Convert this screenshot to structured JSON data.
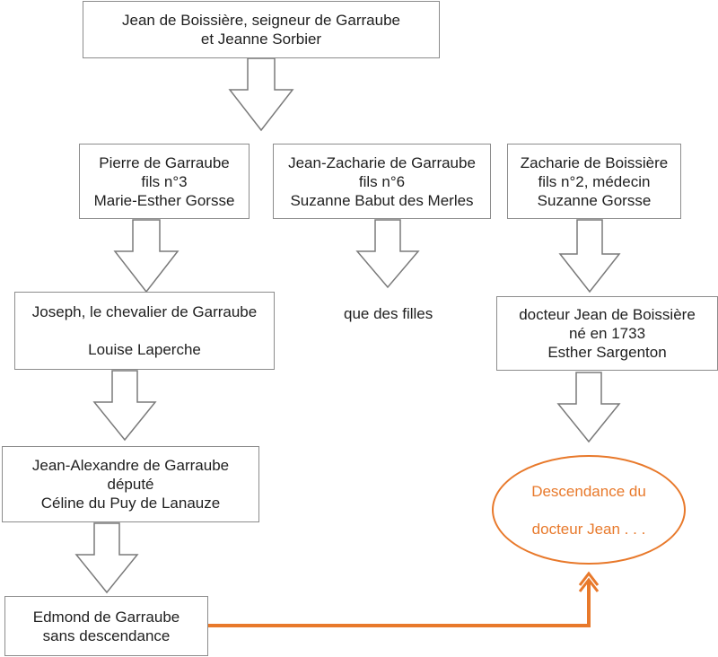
{
  "boxes": {
    "root": [
      "Jean de Boissière, seigneur de Garraube",
      "et Jeanne Sorbier"
    ],
    "pierre": [
      "Pierre de Garraube",
      "fils n°3",
      "Marie-Esther Gorsse"
    ],
    "jean_zacharie": [
      "Jean-Zacharie de Garraube",
      "fils n°6",
      "Suzanne Babut des Merles"
    ],
    "zacharie": [
      "Zacharie de Boissière",
      "fils n°2, médecin",
      "Suzanne Gorsse"
    ],
    "joseph": [
      "Joseph, le chevalier de Garraube",
      "",
      "Louise Laperche"
    ],
    "docteur_jean": [
      "docteur Jean de Boissière",
      "né en 1733",
      "Esther Sargenton"
    ],
    "jean_alexandre": [
      "Jean-Alexandre de Garraube",
      "député",
      "Céline du Puy de Lanauze"
    ],
    "edmond": [
      "Edmond de Garraube",
      "sans descendance"
    ]
  },
  "que_des_filles": "que des filles",
  "descendance": [
    "Descendance du",
    "docteur Jean . . ."
  ],
  "colors": {
    "box_border": "#8c8c8c",
    "arrow_stroke": "#7a7a7a",
    "accent_orange": "#e8792b"
  }
}
